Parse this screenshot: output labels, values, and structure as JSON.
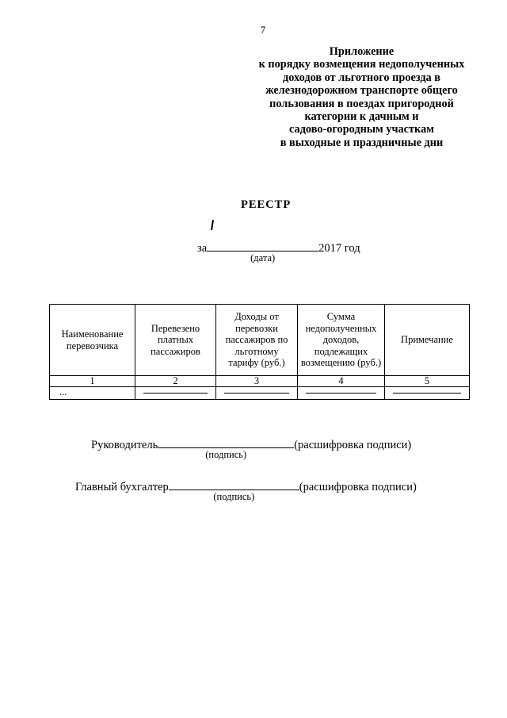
{
  "page": {
    "number": "7"
  },
  "appendix": {
    "lines": [
      "Приложение",
      "к порядку возмещения недополученных",
      "доходов от льготного проезда в",
      "железнодорожном транспорте общего",
      "пользования в поездах пригородной",
      "категории к дачным и",
      "садово-огородным участкам",
      "в выходные и праздничные дни"
    ]
  },
  "registry": {
    "title": "РЕЕСТР",
    "date_prefix": "за",
    "date_year": "2017 год",
    "date_caption": "(дата)"
  },
  "table": {
    "headers": [
      "Наименование перевозчика",
      "Перевезено платных пассажиров",
      "Доходы от перевозки пассажиров по льготному тарифу (руб.)",
      "Сумма недополученных доходов, подлежащих возмещению (руб.)",
      "Примечание"
    ],
    "column_numbers": [
      "1",
      "2",
      "3",
      "4",
      "5"
    ],
    "data_row": {
      "first_cell": "..."
    }
  },
  "signatures": {
    "director": {
      "label": "Руководитель",
      "caption": "(подпись)",
      "suffix": "(расшифровка подписи)"
    },
    "accountant": {
      "label": "Главный бухгалтер",
      "caption": "(подпись)",
      "suffix": "(расшифровка подписи)"
    }
  }
}
